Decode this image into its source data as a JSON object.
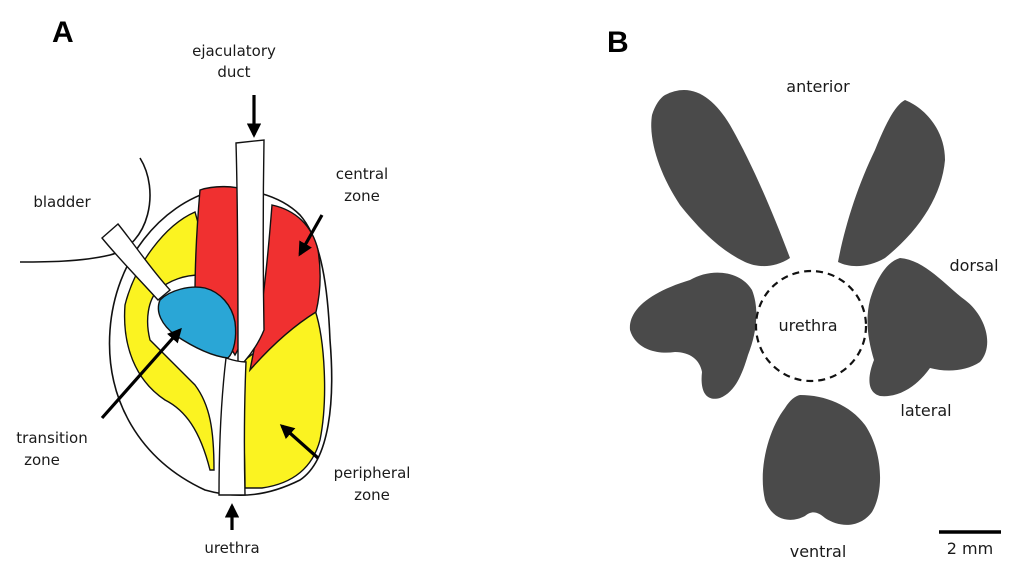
{
  "panel_a": {
    "letter": "A",
    "labels": {
      "ejaculatory_duct_line1": "ejaculatory",
      "ejaculatory_duct_line2": "duct",
      "bladder": "bladder",
      "central_zone_line1": "central",
      "central_zone_line2": "zone",
      "transition_zone_line1": "transition",
      "transition_zone_line2": "zone",
      "peripheral_zone_line1": "peripheral",
      "peripheral_zone_line2": "zone",
      "urethra": "urethra"
    },
    "colors": {
      "central_zone": "#f03030",
      "peripheral_zone": "#fbf321",
      "transition_zone": "#2aa6d6",
      "outline": "#111111"
    }
  },
  "panel_b": {
    "letter": "B",
    "labels": {
      "anterior": "anterior",
      "dorsal": "dorsal",
      "urethra": "urethra",
      "lateral": "lateral",
      "ventral": "ventral"
    },
    "scale_bar": "2 mm",
    "colors": {
      "tissue": "#4a4a4a"
    }
  }
}
